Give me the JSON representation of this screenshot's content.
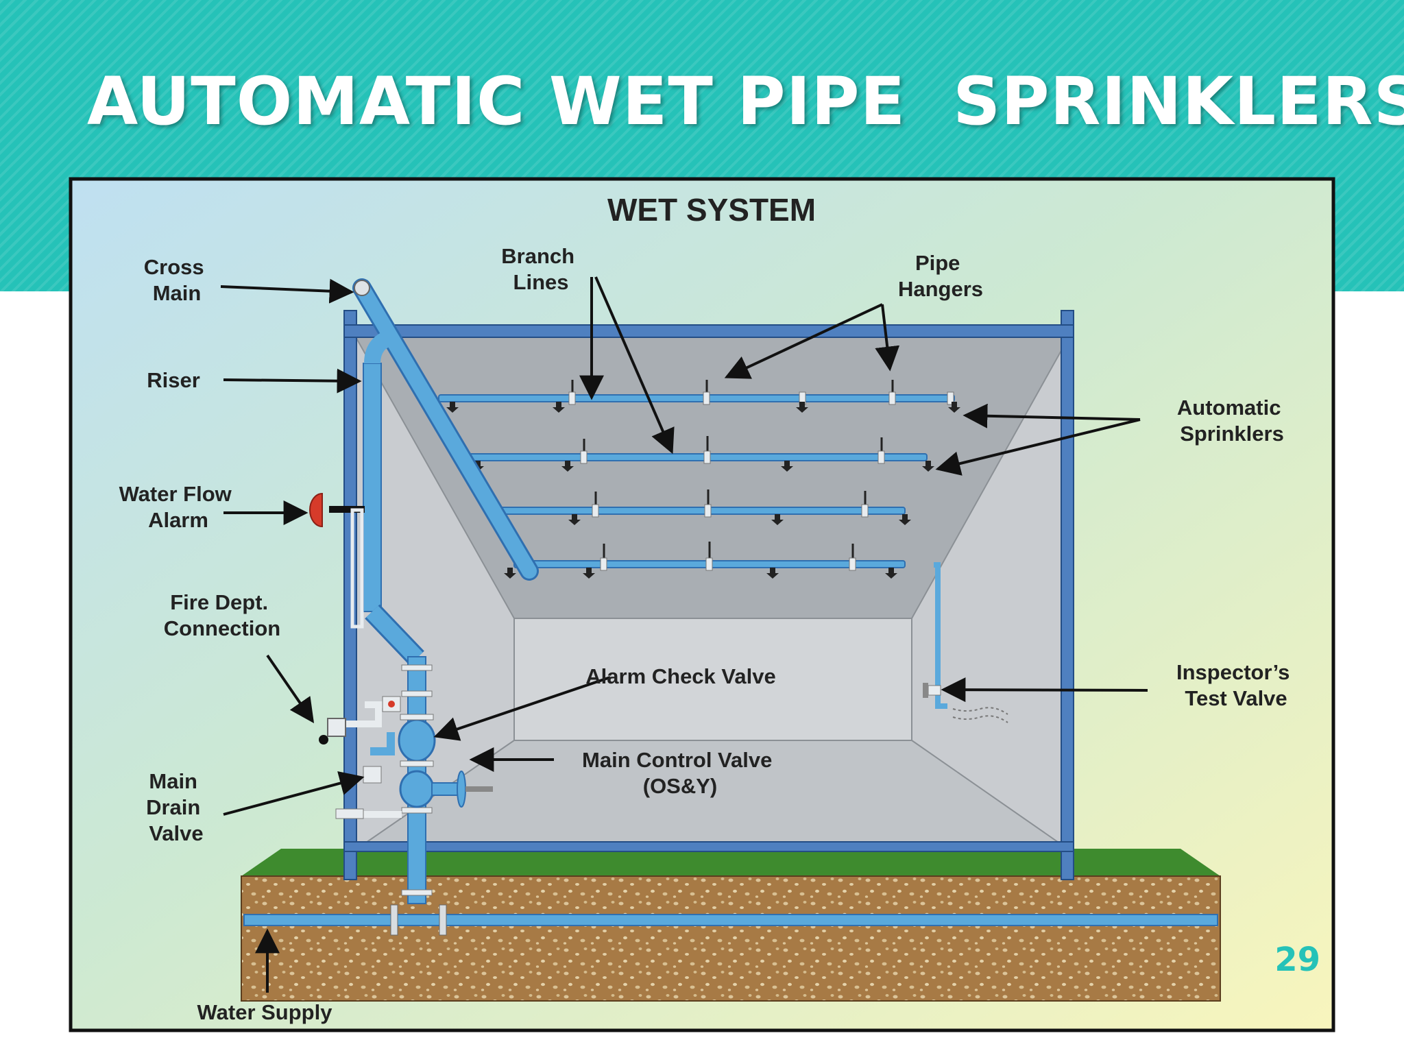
{
  "slide": {
    "title": "AUTOMATIC WET PIPE  SPRINKLERS",
    "page_number": "29"
  },
  "diagram": {
    "title": "WET SYSTEM",
    "labels": {
      "cross_main": [
        "Cross",
        "Main"
      ],
      "riser": [
        "Riser"
      ],
      "water_flow_alarm": [
        "Water Flow",
        "Alarm"
      ],
      "fire_dept_connection": [
        "Fire Dept.",
        "Connection"
      ],
      "main_drain_valve": [
        "Main",
        "Drain",
        "Valve"
      ],
      "water_supply": [
        "Water Supply"
      ],
      "branch_lines": [
        "Branch",
        "Lines"
      ],
      "pipe_hangers": [
        "Pipe",
        "Hangers"
      ],
      "automatic_sprinklers": [
        "Automatic",
        "Sprinklers"
      ],
      "alarm_check_valve": [
        "Alarm Check Valve"
      ],
      "main_control_valve": [
        "Main Control Valve",
        "(OS&Y)"
      ],
      "inspectors_test_valve": [
        "Inspector’s",
        "Test Valve"
      ]
    },
    "colors": {
      "pipe": "#5aa9dc",
      "pipe_dark": "#2f6fb0",
      "wall": "#c9ccd0",
      "ceiling": "#a9aeb3",
      "floor": "#c0c4c8",
      "ground": "#a77a45",
      "grass": "#3e8b2e",
      "alarm_bell": "#d63b2a",
      "accent": "#25c2b8"
    }
  }
}
